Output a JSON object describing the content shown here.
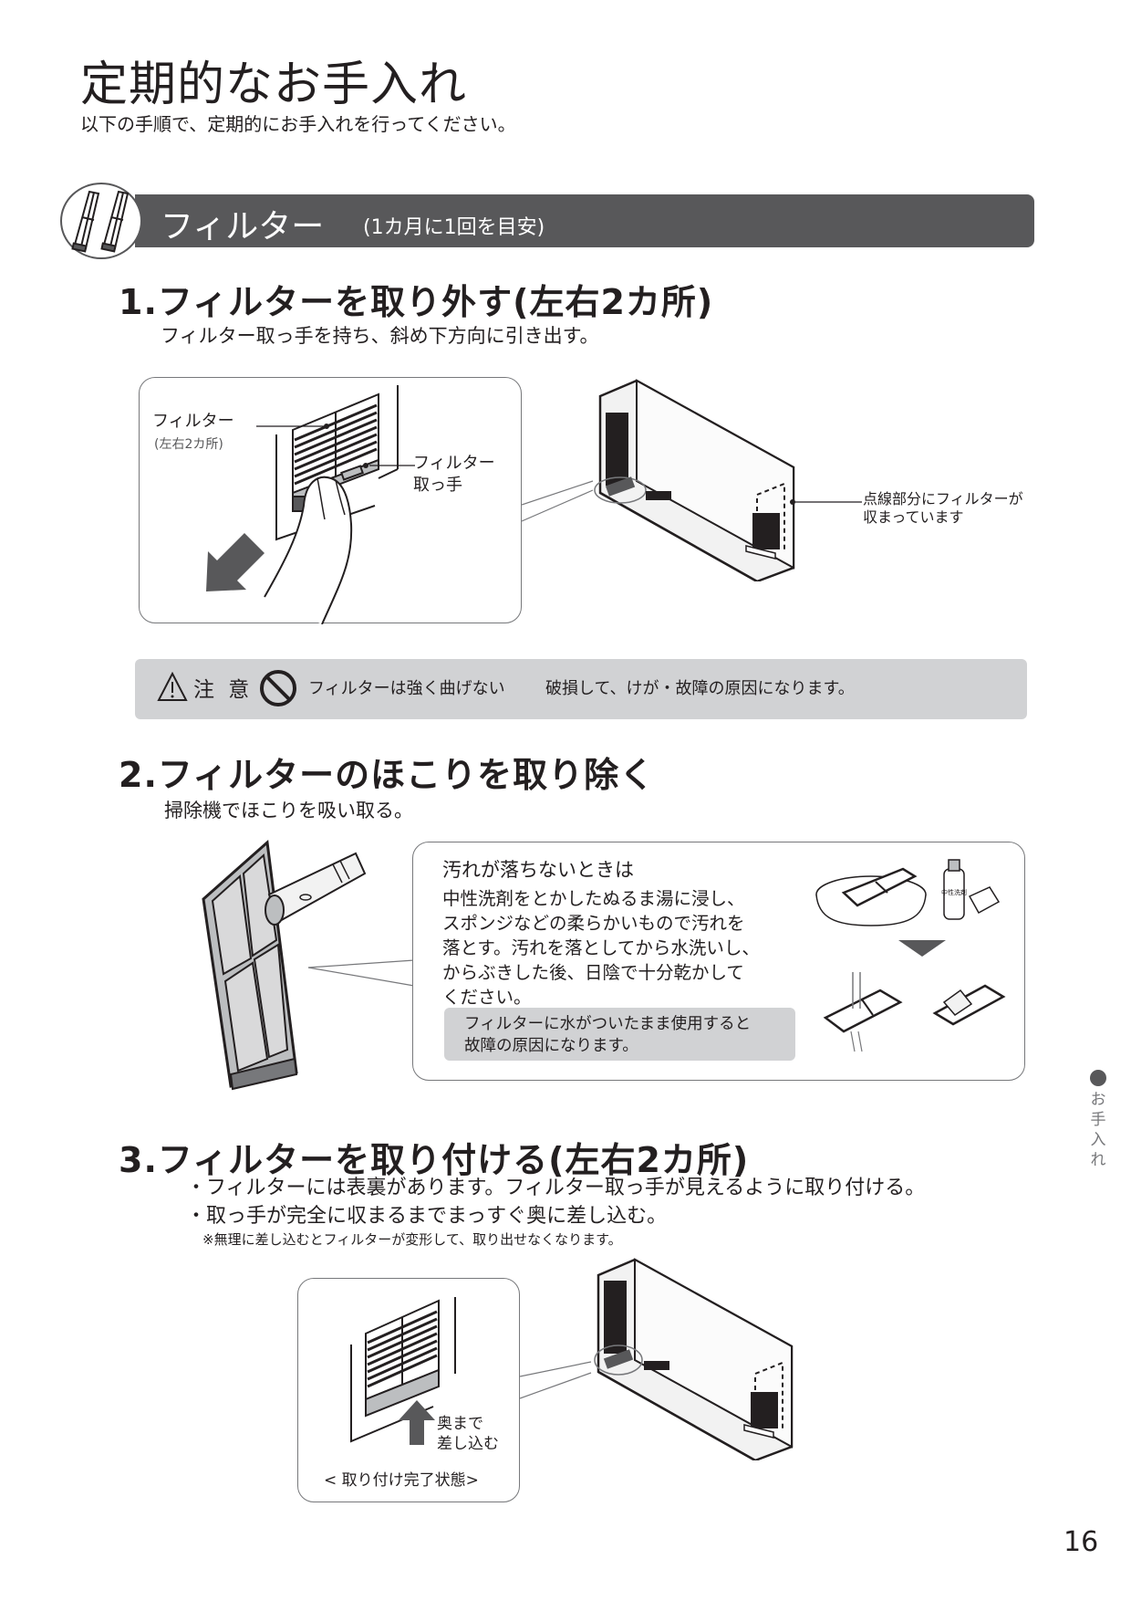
{
  "page": {
    "title": "定期的なお手入れ",
    "subtitle": "以下の手順で、定期的にお手入れを行ってください。",
    "page_number": "16",
    "side_tab": "お手入れ",
    "side_tab_chars": [
      "お",
      "手",
      "入",
      "れ"
    ]
  },
  "section": {
    "icon": "filter-pair-icon",
    "title": "フィルター",
    "frequency": "(1カ月に1回を目安)",
    "banner_color": "#58585a"
  },
  "steps": [
    {
      "heading": "1.フィルターを取り外す(左右2カ所)",
      "description": "フィルター取っ手を持ち、斜め下方向に引き出す。",
      "figure": {
        "labels": {
          "filter": "フィルター",
          "filter_sub": "(左右2カ所)",
          "handle_line1": "フィルター",
          "handle_line2": "取っ手",
          "dotted_line1": "点線部分にフィルターが",
          "dotted_line2": "収まっています"
        },
        "arrow": "down-left-arrow-icon"
      },
      "caution": {
        "icon": "warning-triangle-icon",
        "label": "注 意",
        "prohibit_icon": "prohibited-icon",
        "instruction": "フィルターは強く曲げない",
        "reason": "破損して、けが・故障の原因になります。",
        "background": "#d1d2d4"
      }
    },
    {
      "heading": "2.フィルターのほこりを取り除く",
      "description": "掃除機でほこりを吸い取る。",
      "tip": {
        "title": "汚れが落ちないときは",
        "body_lines": [
          "中性洗剤をとかしたぬるま湯に浸し、",
          "スポンジなどの柔らかいもので汚れを",
          "落とす。汚れを落としてから水洗いし、",
          "からぶきした後、日陰で十分乾かして",
          "ください。"
        ],
        "warning_lines": [
          "フィルターに水がついたまま使用すると",
          "故障の原因になります。"
        ],
        "detergent_label": "中性洗剤"
      }
    },
    {
      "heading": "3.フィルターを取り付ける(左右2カ所)",
      "bullets": [
        "・フィルターには表裏があります。フィルター取っ手が見えるように取り付ける。",
        "・取っ手が完全に収まるまでまっすぐ奥に差し込む。"
      ],
      "note": "※無理に差し込むとフィルターが変形して、取り出せなくなります。",
      "figure": {
        "push_label_line1": "奥まで",
        "push_label_line2": "差し込む",
        "caption": "< 取り付け完了状態>",
        "arrow": "up-arrow-icon"
      }
    }
  ]
}
